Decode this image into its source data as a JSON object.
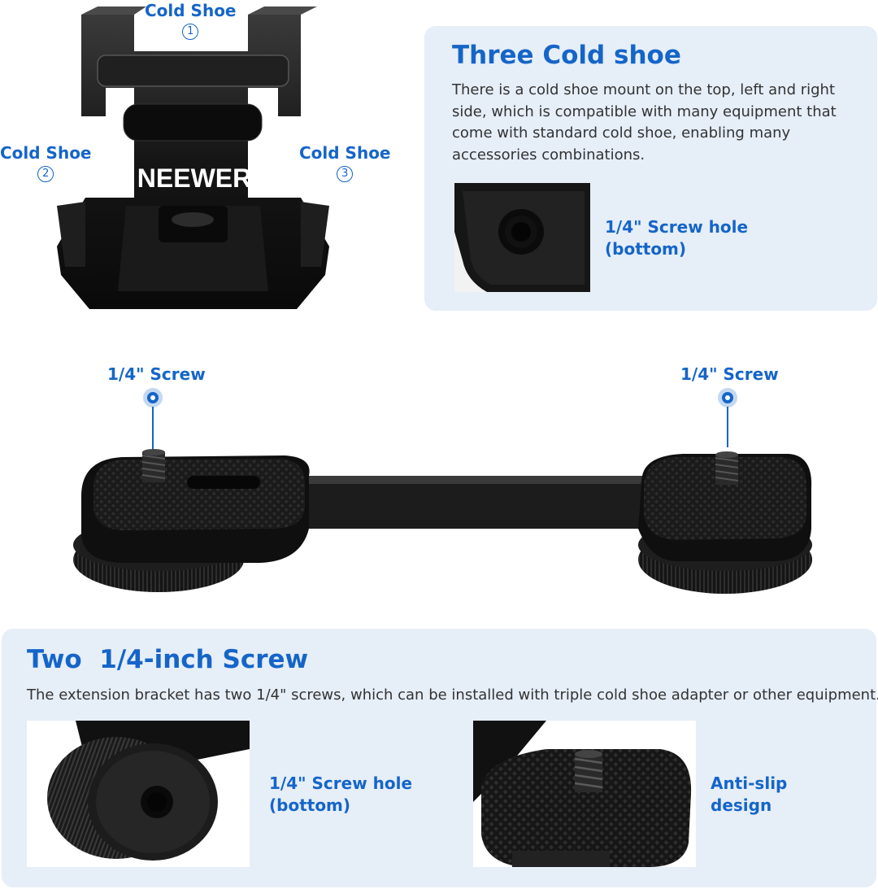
{
  "cold_shoe_adapter": {
    "brand": "NEEWER",
    "labels": [
      {
        "text": "Cold Shoe",
        "num": "1"
      },
      {
        "text": "Cold Shoe",
        "num": "2"
      },
      {
        "text": "Cold Shoe",
        "num": "3"
      }
    ]
  },
  "three_cold_shoe_panel": {
    "title": "Three Cold shoe",
    "description": "There is a cold shoe mount on the top, left and right side, which is compatible with many equipment that come with standard cold shoe, enabling many accessories combinations.",
    "detail_label_line1": "1/4\" Screw hole",
    "detail_label_line2": "(bottom)"
  },
  "bracket": {
    "left_callout": "1/4\" Screw",
    "right_callout": "1/4\" Screw"
  },
  "two_screw_panel": {
    "title": "Two  1/4-inch Screw",
    "description": "The extension bracket has two 1/4\" screws, which can be installed with triple cold shoe adapter or other equipment.",
    "left_label_line1": "1/4\" Screw hole",
    "left_label_line2": "(bottom)",
    "right_label_line1": "Anti-slip",
    "right_label_line2": "design"
  },
  "colors": {
    "accent": "#1565c8",
    "panel_bg": "#e6eef8",
    "body_text": "#333333",
    "product": "#141414"
  },
  "icons": [
    "callout-dot-icon",
    "circled-number-icon"
  ]
}
